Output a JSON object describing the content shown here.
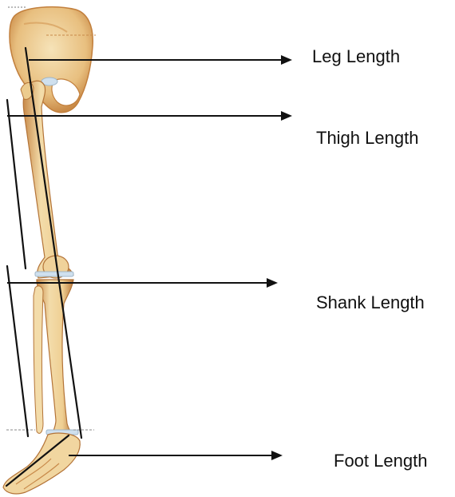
{
  "labels": {
    "leg": "Leg Length",
    "thigh": "Thigh Length",
    "shank": "Shank Length",
    "foot": "Foot Length"
  },
  "colors": {
    "bone": "#f1d9a6",
    "bone_shade": "#d9a866",
    "bone_dark": "#b9783f",
    "cartilage": "#cfe0ee",
    "line": "#111111",
    "text": "#111111"
  }
}
